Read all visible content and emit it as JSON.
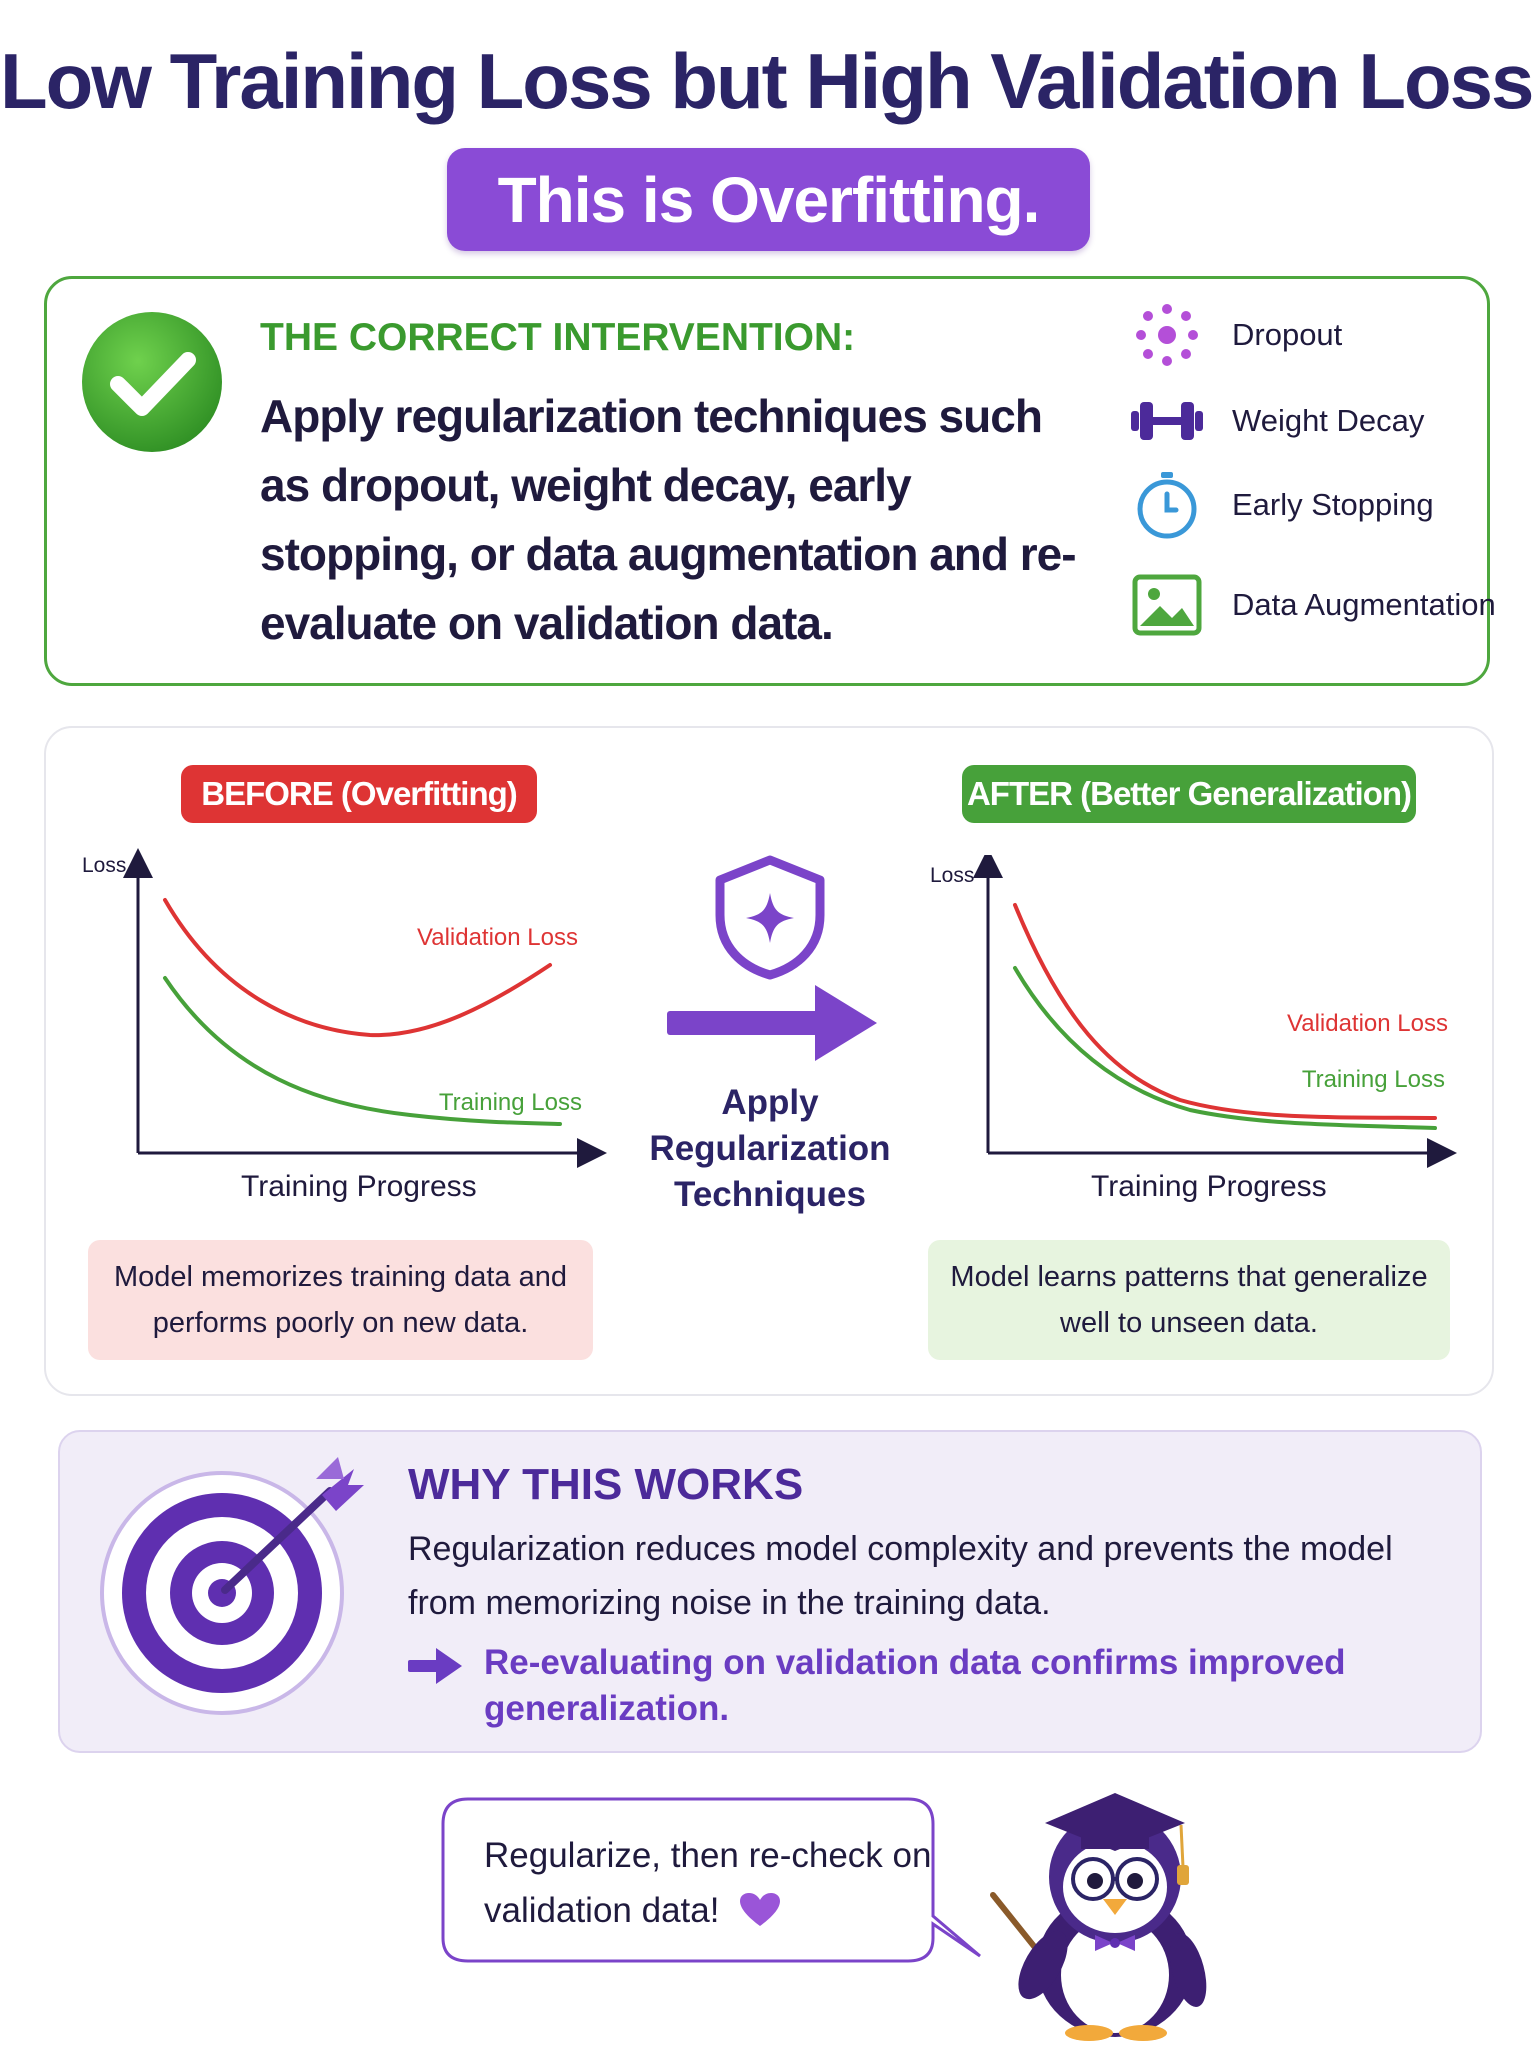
{
  "title": "Low Training Loss but High Validation Loss?",
  "subtitle": "This is Overfitting.",
  "intervention": {
    "heading": "THE CORRECT INTERVENTION:",
    "body": "Apply regularization techniques such as dropout, weight decay, early stopping, or data augmentation and re-evaluate on validation data.",
    "techniques": [
      {
        "label": "Dropout",
        "icon": "dropout-icon",
        "color": "#b44fd8"
      },
      {
        "label": "Weight Decay",
        "icon": "dumbbell-icon",
        "color": "#4c2a9a"
      },
      {
        "label": "Early Stopping",
        "icon": "stopwatch-icon",
        "color": "#3a98d8"
      },
      {
        "label": "Data Augmentation",
        "icon": "image-icon",
        "color": "#4ea73e"
      }
    ]
  },
  "before": {
    "tag": "BEFORE (Overfitting)",
    "y_label": "Loss",
    "x_label": "Training Progress",
    "validation_label": "Validation Loss",
    "training_label": "Training Loss",
    "caption": "Model memorizes training data and performs poorly on new data."
  },
  "middle": {
    "label": "Apply Regularization Techniques"
  },
  "after": {
    "tag": "AFTER (Better Generalization)",
    "y_label": "Loss",
    "x_label": "Training Progress",
    "validation_label": "Validation Loss",
    "training_label": "Training Loss",
    "caption": "Model learns patterns that generalize well to unseen data."
  },
  "why": {
    "heading": "WHY THIS WORKS",
    "body": "Regularization reduces model complexity and prevents the model from memorizing noise in the training data.",
    "note": "Re-evaluating on validation data confirms improved generalization."
  },
  "bubble": {
    "text": "Regularize, then re-check on validation data!"
  },
  "colors": {
    "title": "#2b2466",
    "accent_purple": "#8a4bd6",
    "validation_red": "#de3434",
    "training_green": "#47a13a"
  }
}
